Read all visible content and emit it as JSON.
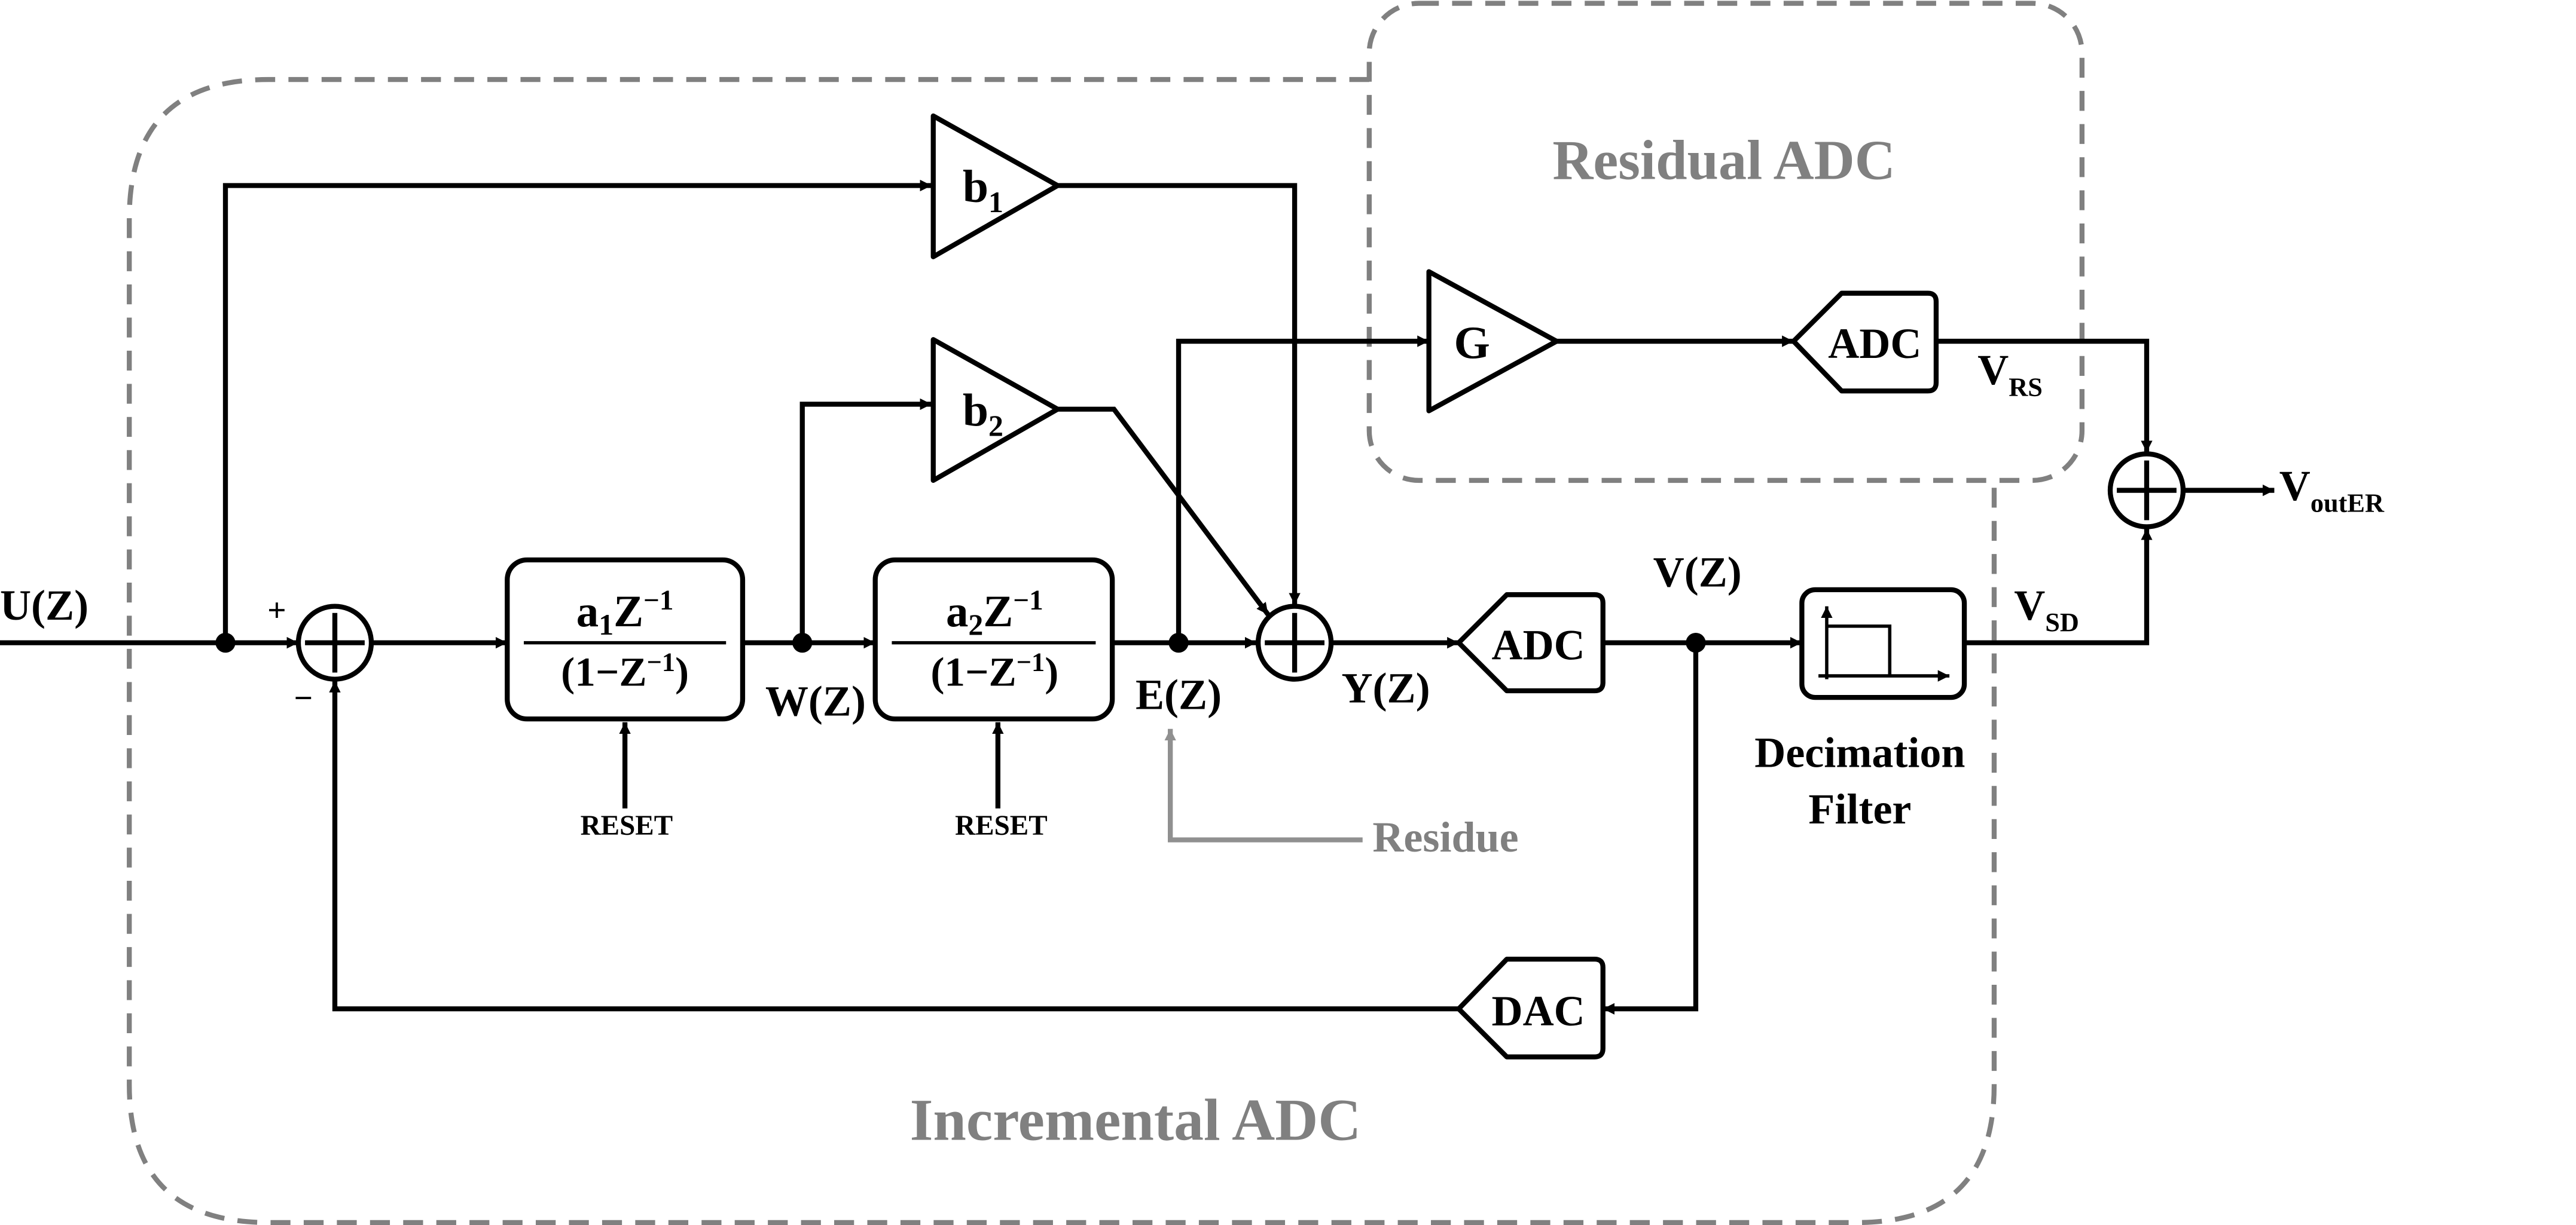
{
  "colors": {
    "line": "#000000",
    "group": "#808080",
    "residue": "#909090",
    "background": "#ffffff"
  },
  "groups": {
    "residual_title": "Residual ADC",
    "incremental_title": "Incremental ADC"
  },
  "signals": {
    "input": "U(Z)",
    "plus": "+",
    "minus": "−",
    "w": "W(Z)",
    "e": "E(Z)",
    "y": "Y(Z)",
    "v": "V(Z)",
    "vrs_main": "V",
    "vrs_sub": "RS",
    "vsd_main": "V",
    "vsd_sub": "SD",
    "vout_main": "V",
    "vout_sub": "outER"
  },
  "gains": {
    "b1_main": "b",
    "b1_sub": "1",
    "b2_main": "b",
    "b2_sub": "2",
    "g": "G"
  },
  "integrators": [
    {
      "num_coef": "a",
      "num_sub": "1",
      "num_var": "Z",
      "num_exp": "−1",
      "den_open": "(1−Z",
      "den_exp": "−1",
      "den_close": ")",
      "reset": "RESET"
    },
    {
      "num_coef": "a",
      "num_sub": "2",
      "num_var": "Z",
      "num_exp": "−1",
      "den_open": "(1−Z",
      "den_exp": "−1",
      "den_close": ")",
      "reset": "RESET"
    }
  ],
  "converters": {
    "adc_main": "ADC",
    "adc_residual": "ADC",
    "dac": "DAC"
  },
  "decimation": {
    "line1": "Decimation",
    "line2": "Filter"
  },
  "residue_label": "Residue",
  "icons": {
    "summing": "summing-junction-icon",
    "filter": "lowpass-filter-icon"
  }
}
